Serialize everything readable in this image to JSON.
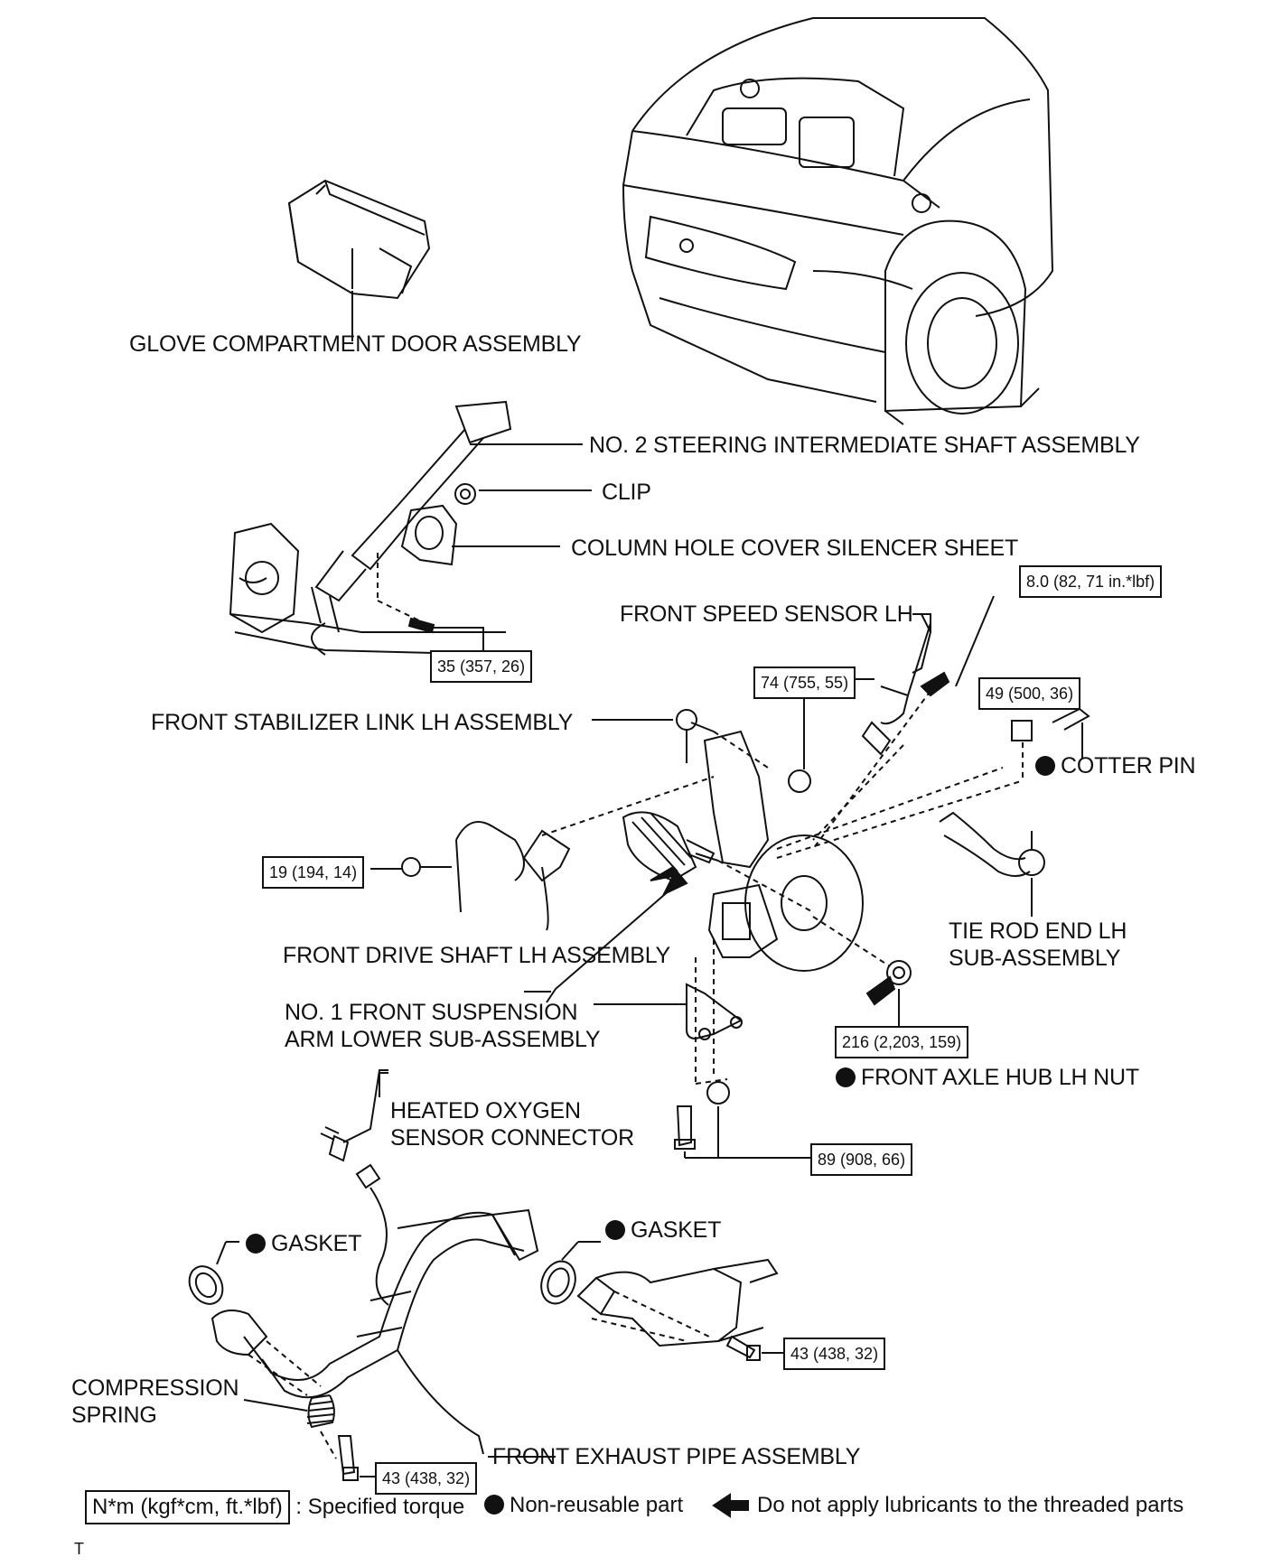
{
  "labels": {
    "glove_compartment": "GLOVE COMPARTMENT DOOR ASSEMBLY",
    "steering_shaft": "NO. 2 STEERING INTERMEDIATE SHAFT ASSEMBLY",
    "clip": "CLIP",
    "column_hole_cover": "COLUMN HOLE COVER SILENCER SHEET",
    "front_speed_sensor": "FRONT SPEED SENSOR LH",
    "stabilizer_link": "FRONT STABILIZER LINK LH ASSEMBLY",
    "cotter_pin": "COTTER PIN",
    "tie_rod_line1": "TIE ROD END LH",
    "tie_rod_line2": "SUB-ASSEMBLY",
    "drive_shaft": "FRONT DRIVE SHAFT LH ASSEMBLY",
    "suspension_arm_line1": "NO. 1 FRONT SUSPENSION",
    "suspension_arm_line2": "ARM LOWER SUB-ASSEMBLY",
    "axle_hub_nut": "FRONT AXLE HUB LH NUT",
    "oxygen_sensor_line1": "HEATED OXYGEN",
    "oxygen_sensor_line2": "SENSOR CONNECTOR",
    "gasket_left": "GASKET",
    "gasket_right": "GASKET",
    "compression_spring_line1": "COMPRESSION",
    "compression_spring_line2": "SPRING",
    "exhaust_pipe": "FRONT EXHAUST PIPE ASSEMBLY"
  },
  "torques": {
    "shaft_bolt": "35 (357, 26)",
    "speed_sensor_bolt": "8.0 (82, 71 in.*lbf)",
    "stabilizer_nut": "74 (755, 55)",
    "tie_rod_nut": "49 (500, 36)",
    "sensor_bracket_bolt": "19 (194, 14)",
    "axle_hub_nut": "216 (2,203, 159)",
    "arm_bolts": "89 (908, 66)",
    "catalytic_bolt": "43 (438, 32)",
    "spring_bolt": "43 (438, 32)"
  },
  "legend": {
    "unit": "N*m (kgf*cm, ft.*lbf)",
    "specified_torque": ": Specified torque",
    "non_reusable": "Non-reusable part",
    "no_lubricant": "Do not apply lubricants to the threaded parts"
  },
  "footer": "T",
  "icons": [
    "non-reusable-dot-icon",
    "no-lubricant-arrow-icon"
  ]
}
